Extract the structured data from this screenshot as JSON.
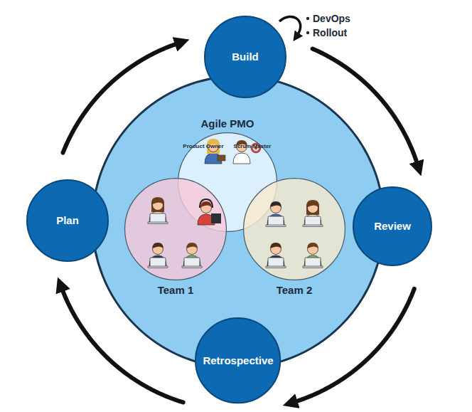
{
  "diagram": {
    "nodes": [
      {
        "text": [
          "Build"
        ]
      },
      {
        "text": [
          "Agile PMO",
          "Product Owner",
          "Scrum Master"
        ]
      },
      {
        "text": [
          "Team 1"
        ]
      },
      {
        "text": [
          "Team 2"
        ]
      },
      {
        "text": [
          "Plan"
        ]
      },
      {
        "text": [
          "Review"
        ]
      },
      {
        "text": [
          "Retrospective"
        ]
      }
    ],
    "edges": [
      {
        "from": 0,
        "to": 5,
        "arrow": "to"
      },
      {
        "from": 5,
        "to": 6,
        "arrow": "to"
      },
      {
        "from": 6,
        "to": 4,
        "arrow": "to"
      },
      {
        "from": 4,
        "to": 0,
        "arrow": "to"
      }
    ],
    "labels": [
      "DevOps",
      "Rollout"
    ]
  }
}
